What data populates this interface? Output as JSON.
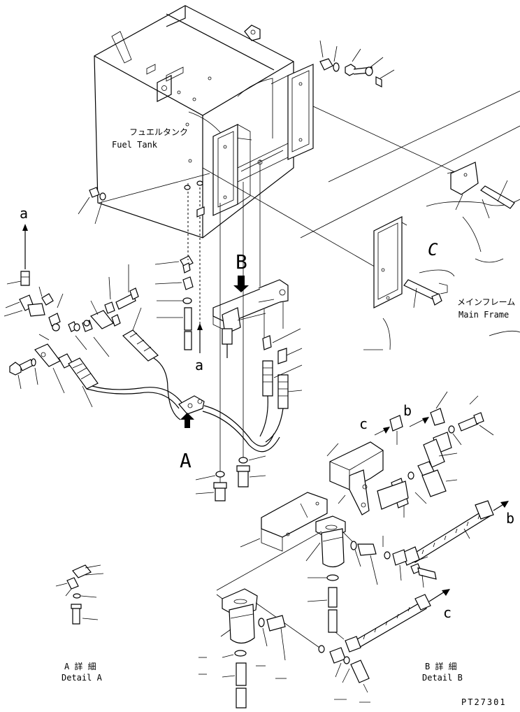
{
  "labels": {
    "fuel_tank_jp": "フュエルタンク",
    "fuel_tank_en": "Fuel Tank",
    "main_frame_jp": "メインフレーム",
    "main_frame_en": "Main Frame",
    "frame_letter": "C",
    "view_a": "A",
    "view_b": "B",
    "conn_a_top": "a",
    "conn_a_mid": "a",
    "conn_b_arrow": "b",
    "conn_b_right": "b",
    "conn_c_arrow": "c",
    "conn_c_right": "c",
    "detail_a_jp": "A 詳 細",
    "detail_a_en": "Detail A",
    "detail_b_jp": "B 詳 細",
    "detail_b_en": "Detail B",
    "drawing_number": "PT27301"
  }
}
